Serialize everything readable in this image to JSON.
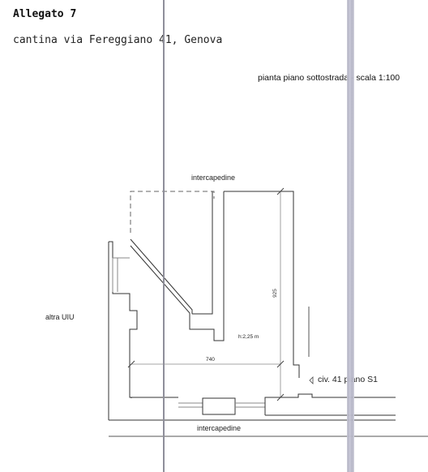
{
  "document": {
    "title": "Allegato 7",
    "subtitle": "cantina via Fereggiano 41, Genova",
    "plan_caption": "pianta piano sottostrada - scala 1:100"
  },
  "plan": {
    "label_top": "intercapedine",
    "label_bottom": "intercapedine",
    "label_left": "altra UIU",
    "height_note": "h:2,25 m",
    "dimension_horizontal": "740",
    "dimension_vertical": "925",
    "entrance_label": "civ. 41 piano S1"
  }
}
